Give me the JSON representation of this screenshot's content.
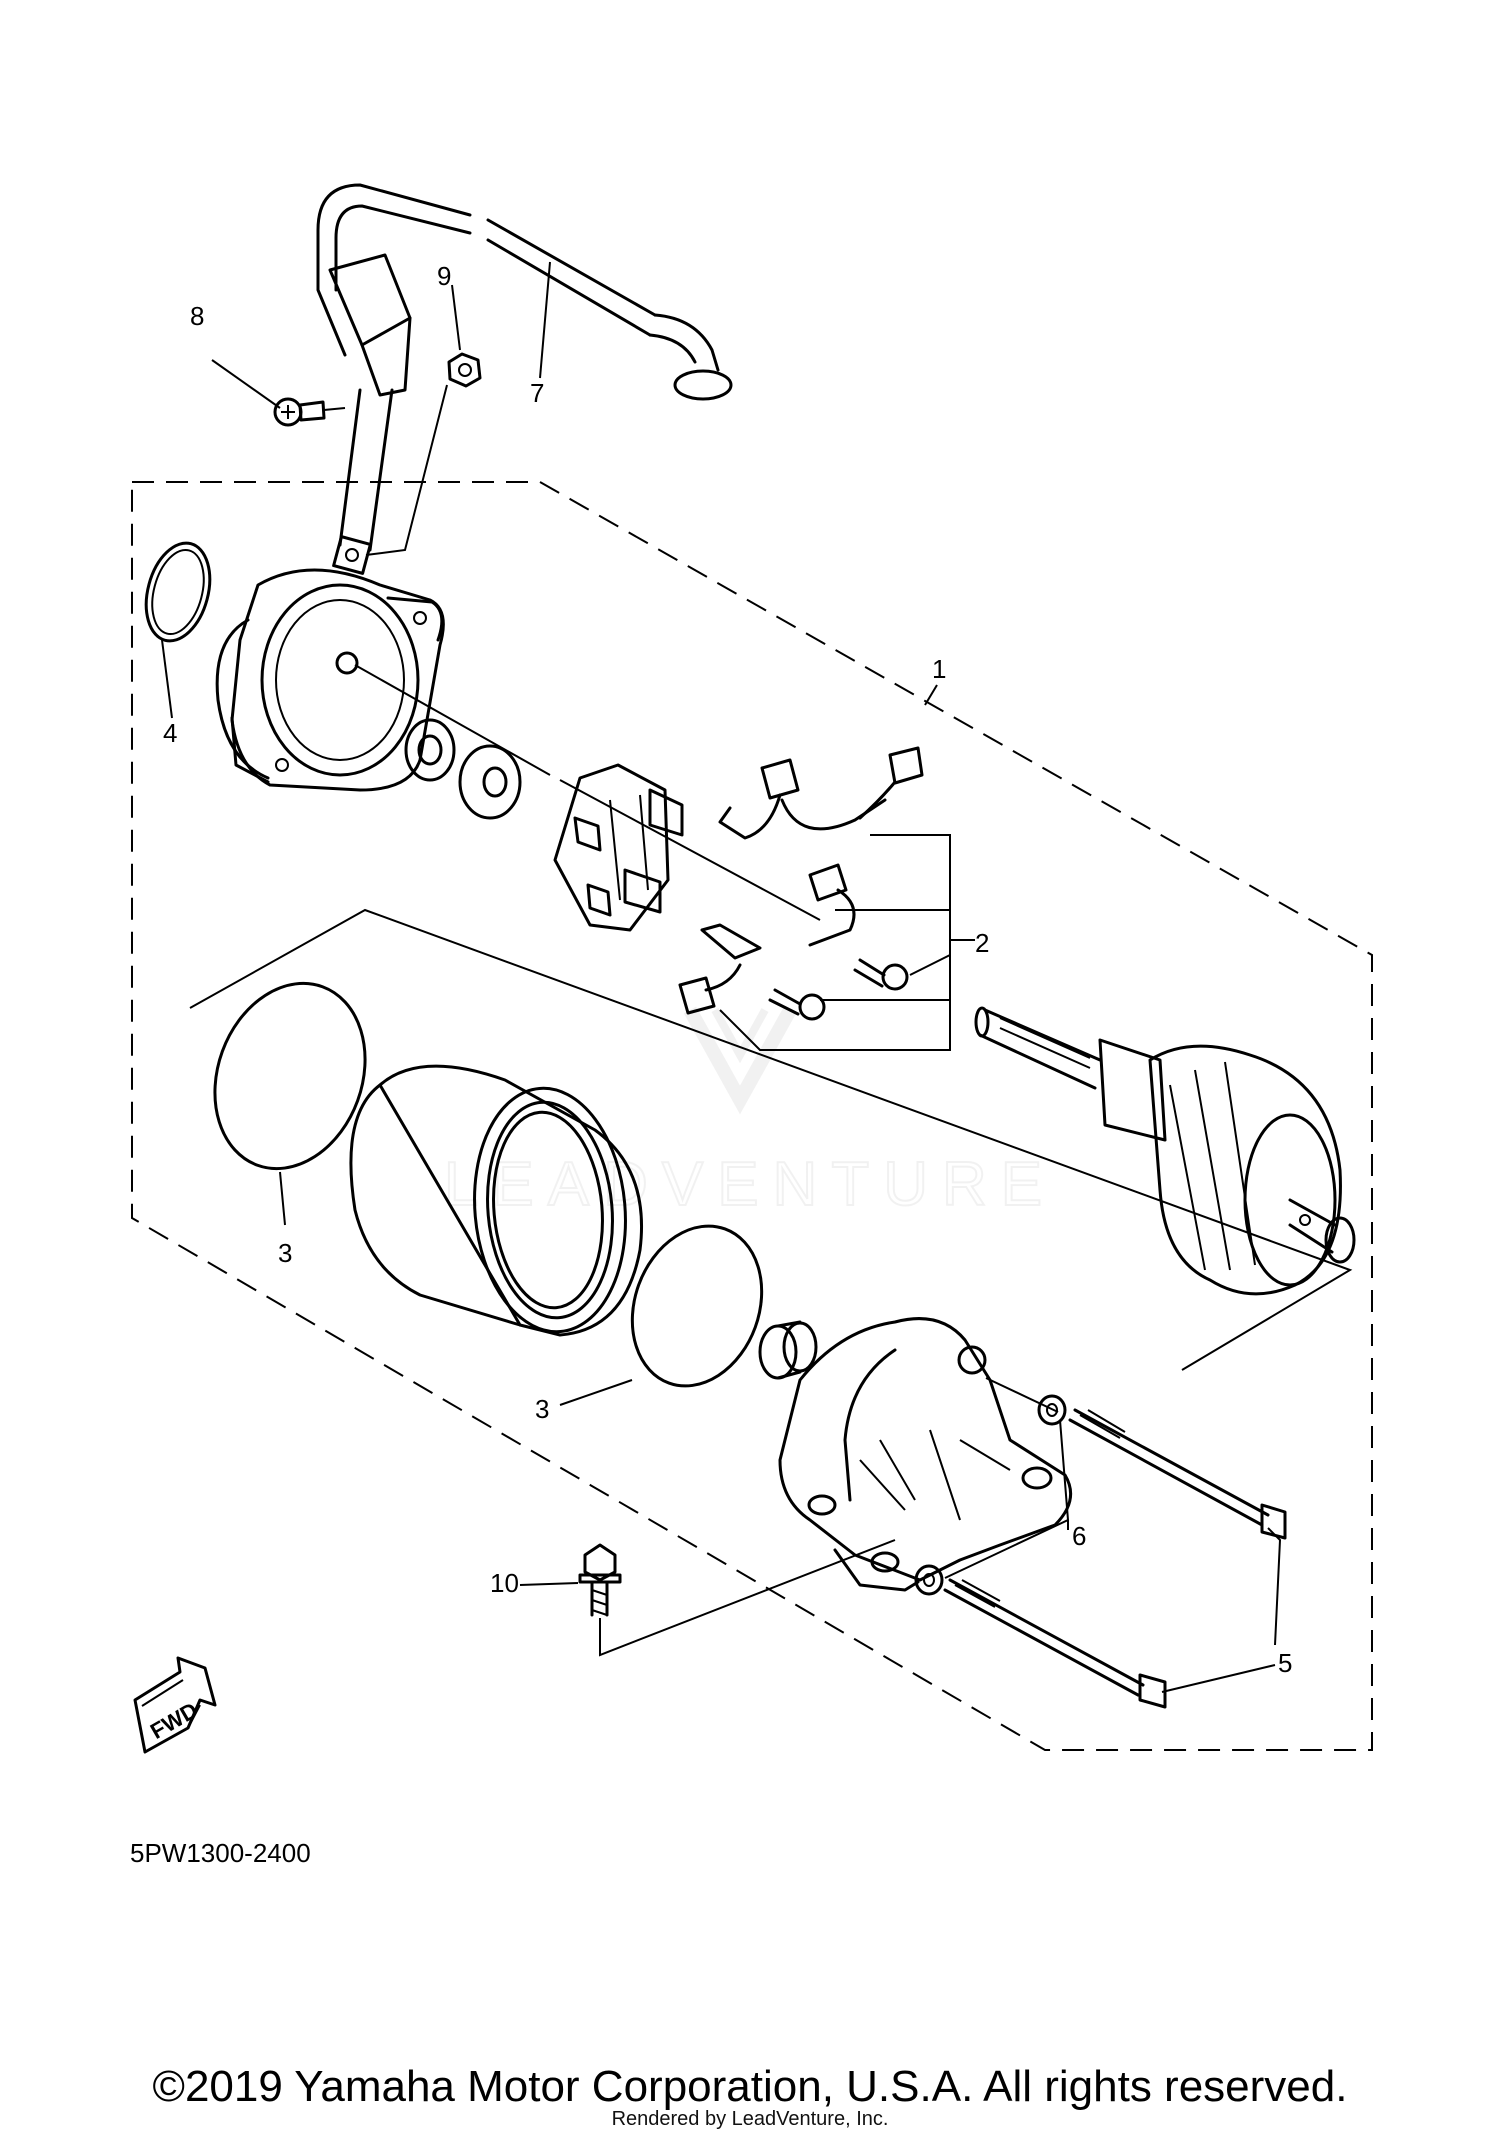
{
  "diagram": {
    "callouts": [
      "1",
      "2",
      "3",
      "3",
      "4",
      "5",
      "6",
      "7",
      "8",
      "9",
      "10"
    ],
    "fwd_label": "FWD",
    "code": "5PW1300-2400"
  },
  "footer": {
    "copyright": "©2019 Yamaha Motor Corporation, U.S.A. All rights reserved.",
    "rendered_by": "Rendered by LeadVenture, Inc."
  },
  "colors": {
    "ink": "#000000",
    "paper": "#ffffff",
    "watermark": "#e4e4e4"
  }
}
